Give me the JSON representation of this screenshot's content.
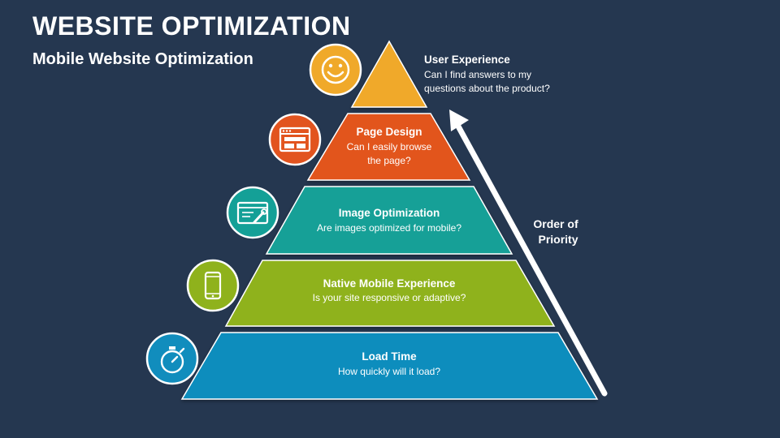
{
  "header": {
    "title": "WEBSITE OPTIMIZATION",
    "subtitle": "Mobile Website Optimization"
  },
  "priority_label": [
    "Order of",
    "Priority"
  ],
  "levels": [
    {
      "title": "User Experience",
      "desc": [
        "Can I find answers to my",
        "questions about the product?"
      ],
      "icon": "smiley-icon",
      "color": "#f0a92a"
    },
    {
      "title": "Page Design",
      "desc": [
        "Can I easily browse",
        "the page?"
      ],
      "icon": "browser-layout-icon",
      "color": "#e2541f"
    },
    {
      "title": "Image Optimization",
      "desc": [
        "Are images optimized for mobile?"
      ],
      "icon": "image-edit-icon",
      "color": "#14a097"
    },
    {
      "title": "Native Mobile Experience",
      "desc": [
        "Is your site responsive or adaptive?"
      ],
      "icon": "smartphone-icon",
      "color": "#8fb21c"
    },
    {
      "title": "Load Time",
      "desc": [
        "How quickly will it load?"
      ],
      "icon": "stopwatch-icon",
      "color": "#118dbd"
    }
  ]
}
